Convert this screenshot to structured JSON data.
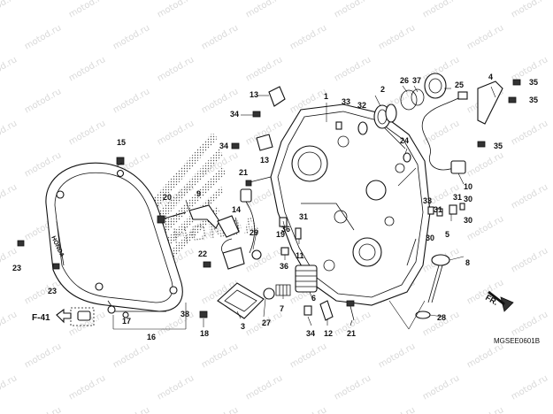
{
  "watermark": "motod.ru",
  "diagram_code": "MGSEE0601B",
  "reference_label": "F-41",
  "direction_label": "FR.",
  "brand_text": "HONDA",
  "part_numbers": [
    "1",
    "2",
    "3",
    "4",
    "5",
    "6",
    "7",
    "8",
    "9",
    "10",
    "11",
    "12",
    "13",
    "14",
    "15",
    "16",
    "17",
    "18",
    "19",
    "20",
    "21",
    "22",
    "23",
    "24",
    "25",
    "26",
    "27",
    "28",
    "29",
    "30",
    "31",
    "32",
    "33",
    "34",
    "35",
    "36",
    "37",
    "38"
  ]
}
